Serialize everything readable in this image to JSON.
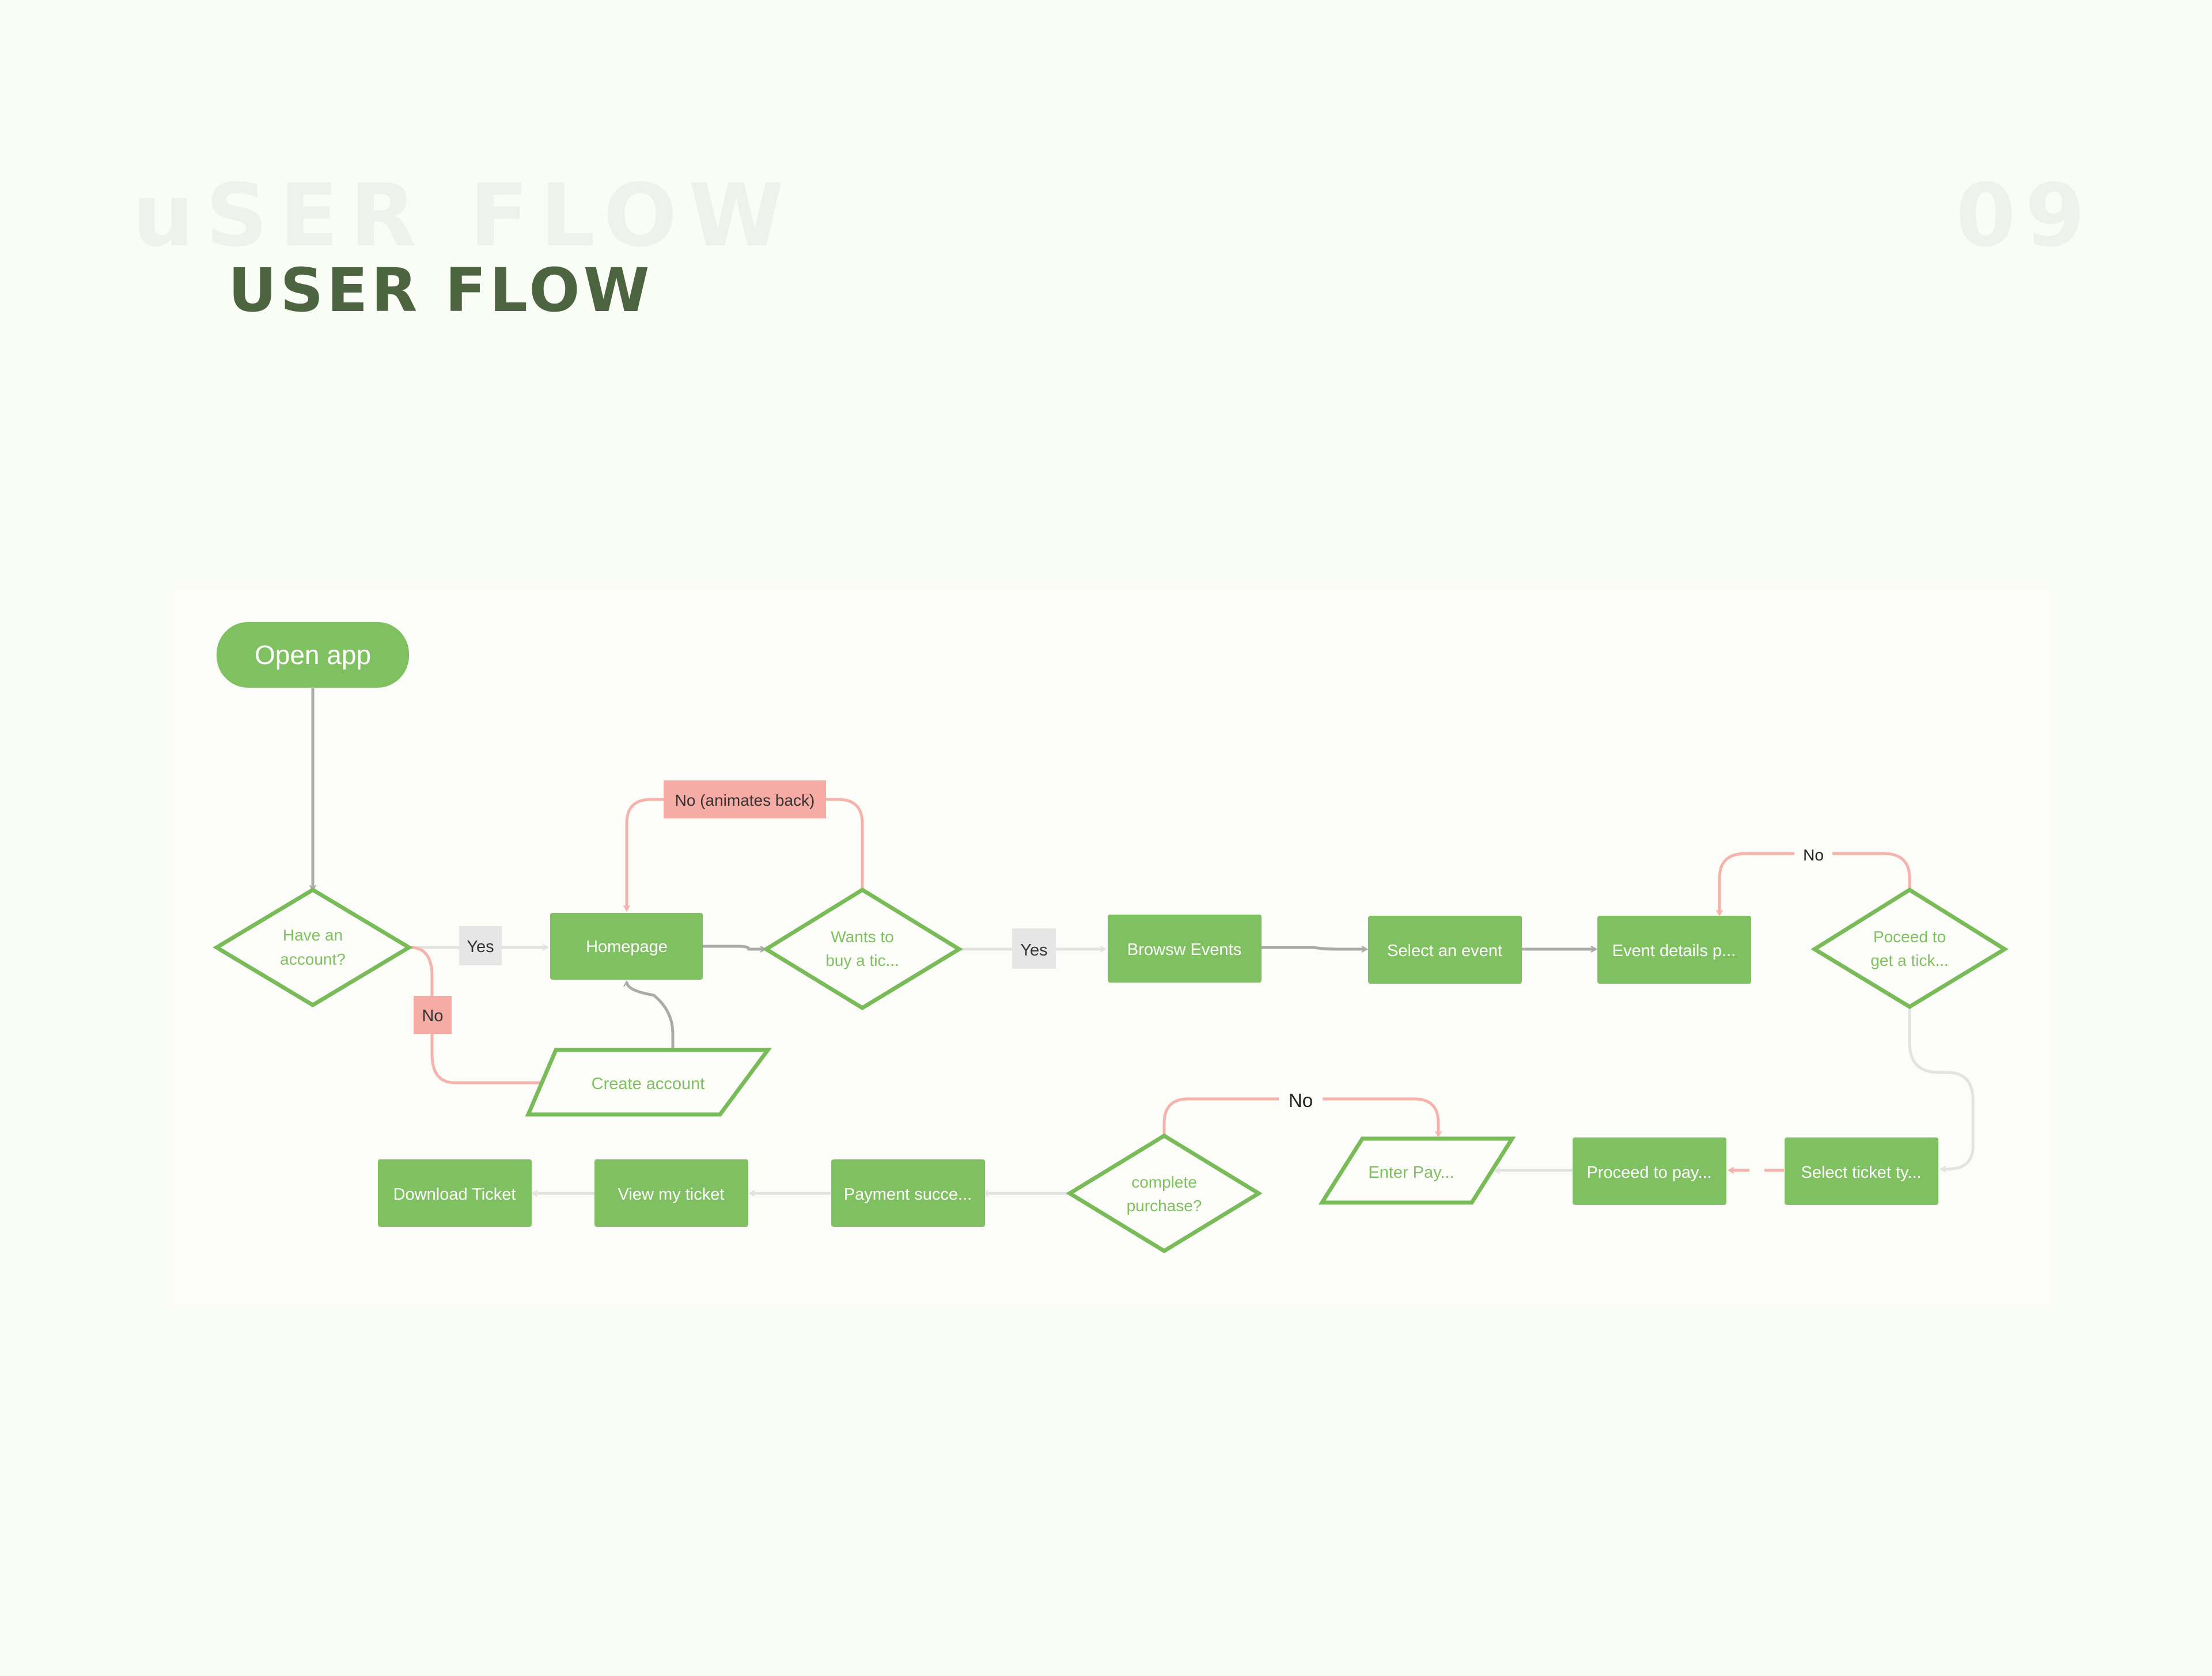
{
  "header": {
    "ghost_title": "uSER FLOW",
    "ghost_number": "09",
    "title": "USER FLOW"
  },
  "colors": {
    "node_fill": "#7fc060",
    "node_stroke": "#78bb58",
    "arrow_gray": "#aaaaaa",
    "arrow_light": "#e3e3e3",
    "arrow_pink": "#f6b2ac",
    "label_pink": "#f6aba4",
    "label_gray": "#e6e6e6",
    "title_green": "#4d6440"
  },
  "nodes": {
    "start": "Open  app",
    "have_account_1": "Have an",
    "have_account_2": "account?",
    "homepage": "Homepage",
    "create_account": "Create account",
    "wants_buy_1": "Wants to",
    "wants_buy_2": "buy a tic...",
    "browse_events": "Browsw Events",
    "select_event": "Select an event",
    "event_details": "Event details p...",
    "proceed_ticket_1": "Poceed to",
    "proceed_ticket_2": "get a tick...",
    "select_ticket_type": "Select ticket ty...",
    "proceed_pay": "Proceed to pay...",
    "enter_payment": "Enter Pay...",
    "complete_purchase_1": "complete",
    "complete_purchase_2": "purchase?",
    "payment_success": "Payment succe...",
    "view_ticket": "View my ticket",
    "download_ticket": "Download Ticket"
  },
  "edge_labels": {
    "yes_account": "Yes",
    "no_account": "No",
    "no_animates_back": "No (animates back)",
    "yes_buy": "Yes",
    "no_ticket": "No",
    "no_purchase": "No"
  }
}
